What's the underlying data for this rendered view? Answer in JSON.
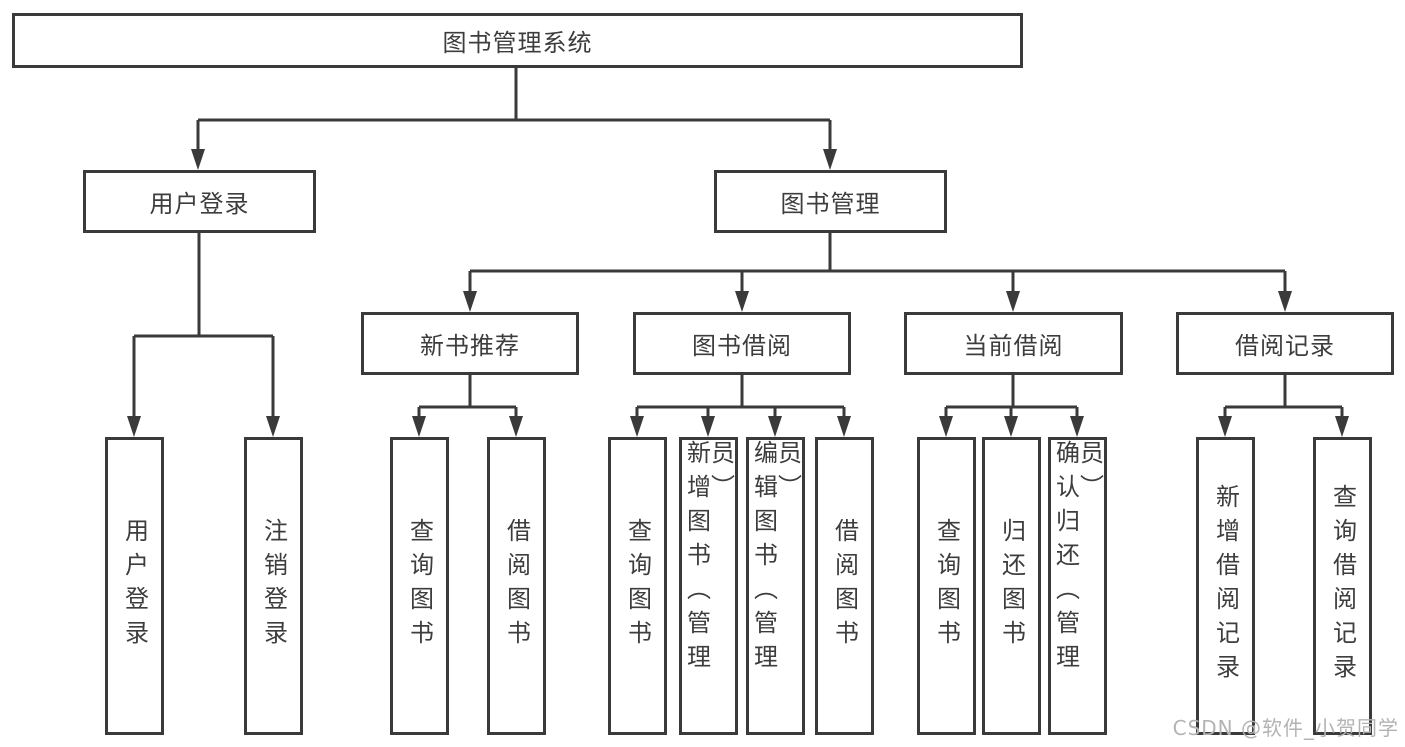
{
  "diagram": {
    "root": {
      "label": "图书管理系统"
    },
    "children": [
      {
        "label": "用户登录",
        "children": [
          {
            "label": "用户登录"
          },
          {
            "label": "注销登录"
          }
        ]
      },
      {
        "label": "图书管理",
        "children": [
          {
            "label": "新书推荐",
            "children": [
              {
                "label": "查询图书"
              },
              {
                "label": "借阅图书"
              }
            ]
          },
          {
            "label": "图书借阅",
            "children": [
              {
                "label": "查询图书"
              },
              {
                "label": "新增图书（管理员）"
              },
              {
                "label": "编辑图书（管理员）"
              },
              {
                "label": "借阅图书"
              }
            ]
          },
          {
            "label": "当前借阅",
            "children": [
              {
                "label": "查询图书"
              },
              {
                "label": "归还图书"
              },
              {
                "label": "确认归还（管理员）"
              }
            ]
          },
          {
            "label": "借阅记录",
            "children": [
              {
                "label": "新增借阅记录"
              },
              {
                "label": "查询借阅记录"
              }
            ]
          }
        ]
      }
    ]
  },
  "colors": {
    "line": "#3a3a3a",
    "text": "#3d3d3d",
    "watermark": "#b3b3b3"
  },
  "watermark": {
    "text": "CSDN @软件_小贺同学"
  }
}
